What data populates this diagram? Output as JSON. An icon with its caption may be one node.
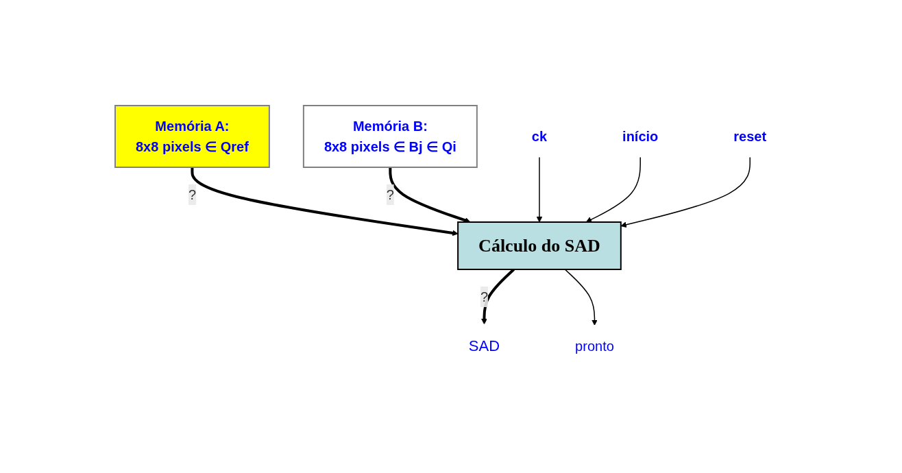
{
  "diagram": {
    "nodes": [
      {
        "text": [
          "Memória A:",
          "8x8 pixels ∈ Qref"
        ]
      },
      {
        "text": [
          "Memória B:",
          "8x8 pixels ∈ Bj ∈ Qi"
        ]
      },
      {
        "text": [
          "Cálculo do SAD"
        ]
      },
      {
        "text": [
          "ck"
        ]
      },
      {
        "text": [
          "início"
        ]
      },
      {
        "text": [
          "reset"
        ]
      },
      {
        "text": [
          "SAD"
        ]
      },
      {
        "text": [
          "pronto"
        ]
      }
    ],
    "edges": [
      {
        "from": 0,
        "to": 2,
        "arrow": "to",
        "label": "?",
        "style": "thick"
      },
      {
        "from": 1,
        "to": 2,
        "arrow": "to",
        "label": "?",
        "style": "thick"
      },
      {
        "from": 3,
        "to": 2,
        "arrow": "to"
      },
      {
        "from": 4,
        "to": 2,
        "arrow": "to"
      },
      {
        "from": 5,
        "to": 2,
        "arrow": "to"
      },
      {
        "from": 2,
        "to": 6,
        "arrow": "to",
        "label": "?",
        "style": "thick"
      },
      {
        "from": 2,
        "to": 7,
        "arrow": "to"
      }
    ]
  }
}
